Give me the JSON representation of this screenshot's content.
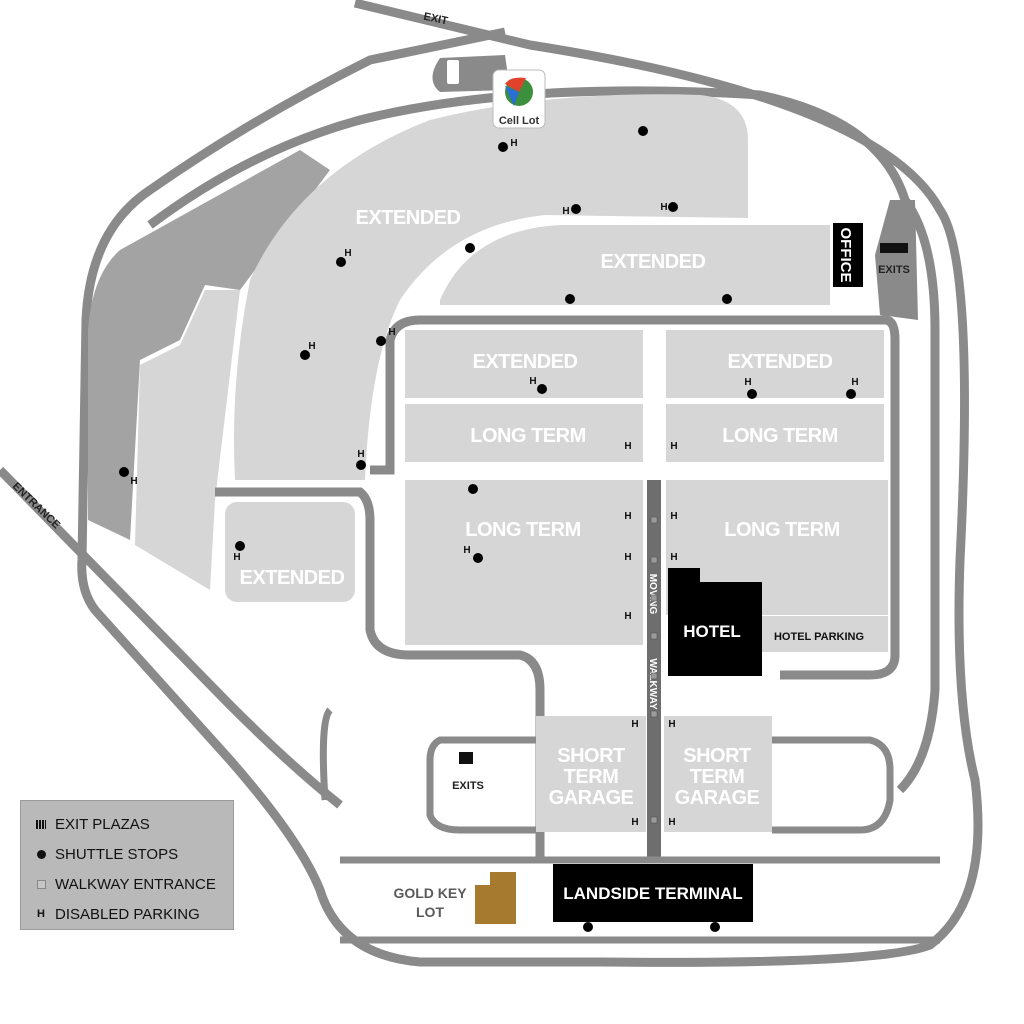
{
  "roads": {
    "exit_top": "EXIT",
    "entrance": "ENTRANCE",
    "exits_office": "EXITS",
    "exits_garage": "EXITS",
    "moving_walkway_1": "MOVING",
    "moving_walkway_2": "WALKWAY"
  },
  "cell_lot": {
    "label": "Cell Lot"
  },
  "lots": {
    "extended_top": "EXTENDED",
    "extended_mid": "EXTENDED",
    "extended_left_center": "EXTENDED",
    "extended_right_center": "EXTENDED",
    "extended_bottom_left": "EXTENDED",
    "longterm_upper_left": "LONG TERM",
    "longterm_upper_right": "LONG TERM",
    "longterm_lower_left": "LONG TERM",
    "longterm_lower_right": "LONG TERM",
    "short_term_left_1": "SHORT",
    "short_term_left_2": "TERM",
    "short_term_left_3": "GARAGE",
    "short_term_right_1": "SHORT",
    "short_term_right_2": "TERM",
    "short_term_right_3": "GARAGE"
  },
  "buildings": {
    "office": "OFFICE",
    "hotel": "HOTEL",
    "hotel_parking": "HOTEL PARKING",
    "landside_terminal": "LANDSIDE TERMINAL",
    "gold_key_1": "GOLD KEY",
    "gold_key_2": "LOT"
  },
  "disabled_marker": "H",
  "legend": {
    "exit_plazas": "EXIT PLAZAS",
    "shuttle_stops": "SHUTTLE STOPS",
    "walkway_entrance": "WALKWAY ENTRANCE",
    "disabled_parking": "DISABLED PARKING"
  },
  "colors": {
    "road": "#888888",
    "lot_extended": "#d6d6d6",
    "lot_dark": "#a3a3a3",
    "building": "#000000",
    "gold_key": "#a77b2f",
    "legend_bg": "#b9b9b9"
  }
}
